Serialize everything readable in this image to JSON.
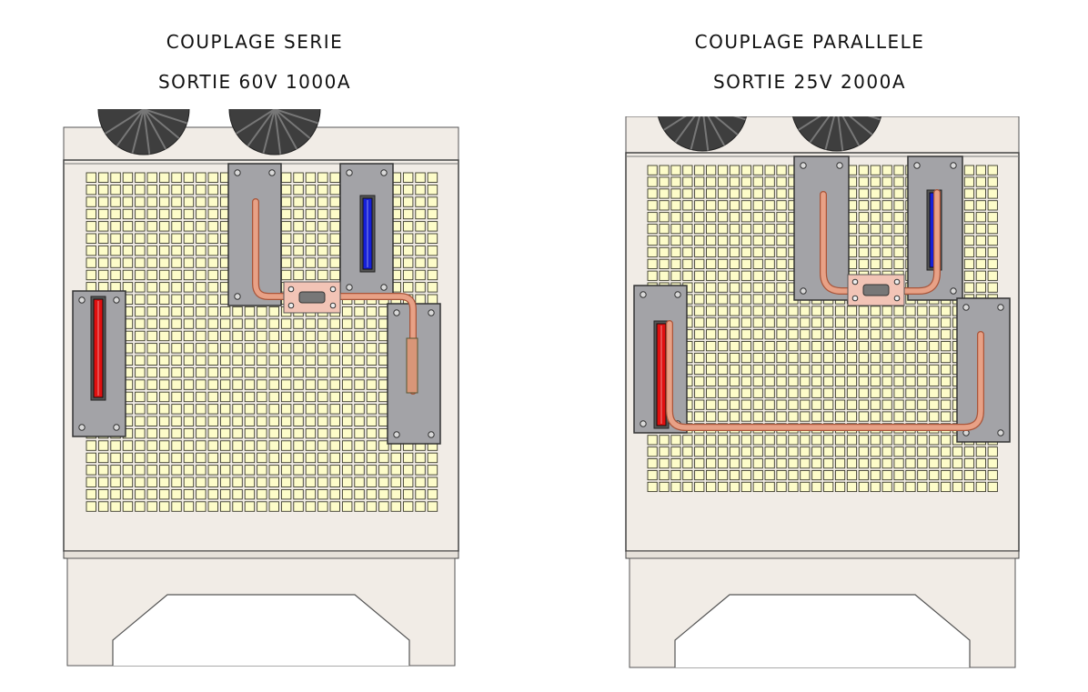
{
  "panels": [
    {
      "title": "COUPLAGE SERIE",
      "subtitle": "SORTIE 60V 1000A"
    },
    {
      "title": "COUPLAGE PARALLELE",
      "subtitle": "SORTIE 25V 2000A"
    }
  ],
  "colors": {
    "cabinet": "#f1ece6",
    "grid_cell": "#fdfcc9",
    "grid_line": "#3a3a2a",
    "plate": "#a3a3a7",
    "copper": "#e8a186",
    "copper_dark": "#a8553a",
    "terminal_positive": "#e01010",
    "terminal_negative": "#1620d8",
    "fan": "#3e3e3e"
  },
  "icons": [
    "fan-icon",
    "screw-icon",
    "positive-terminal-icon",
    "negative-terminal-icon"
  ]
}
